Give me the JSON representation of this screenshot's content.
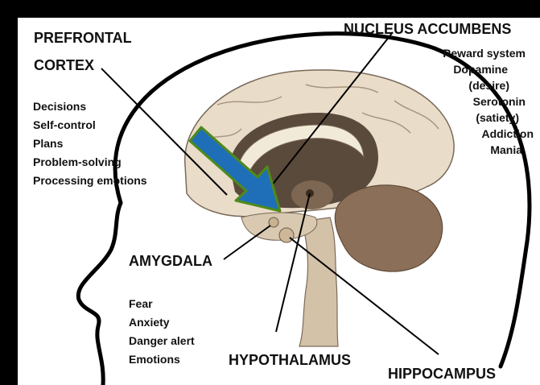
{
  "labels": {
    "prefrontal_cortex": [
      "PREFRONTAL",
      "CORTEX"
    ],
    "nucleus_accumbens": "NUCLEUS ACCUMBENS",
    "amygdala": "AMYGDALA",
    "hypothalamus": "HYPOTHALAMUS",
    "hippocampus": "HIPPOCAMPUS"
  },
  "prefrontal_functions": [
    "Decisions",
    "Self-control",
    "Plans",
    "Problem-solving",
    "Processing emotions"
  ],
  "accumbens_functions": [
    "Reward system",
    "Dopamine",
    "(desire)",
    "Serotonin",
    "(satiety)",
    "Addiction",
    "Mania"
  ],
  "amygdala_functions": [
    "Fear",
    "Anxiety",
    "Danger alert",
    "Emotions"
  ],
  "colors": {
    "frame": "#000000",
    "background": "#ffffff",
    "arrow_fill": "#1f6fb8",
    "arrow_outline": "#4f8a1a",
    "cortex": "#e9dcc8",
    "brain_interior": "#5a4a3c",
    "cerebellum": "#8c6f58",
    "text": "#111111"
  }
}
